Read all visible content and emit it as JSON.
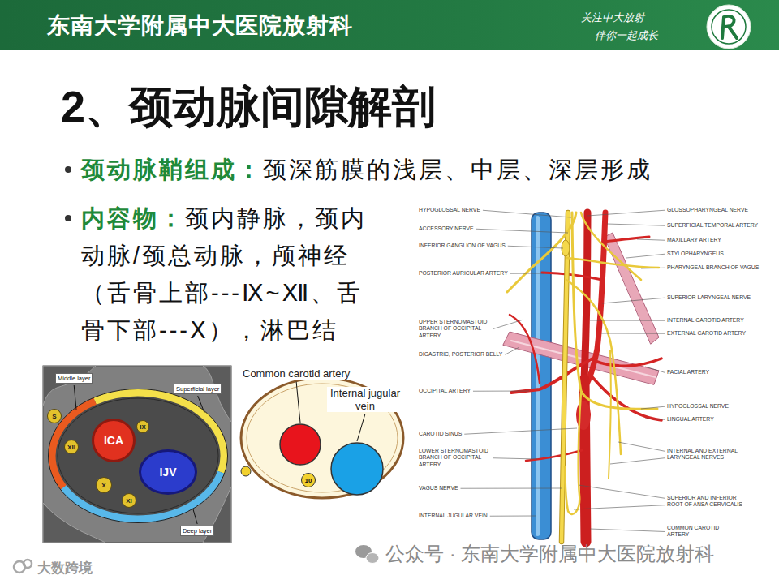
{
  "diagram": {
    "title": "2、颈动脉间隙解剖",
    "nodes": [
      {
        "text": [
          "东南大学附属中大医院放射科",
          "关注中大放射",
          "伴你一起成长"
        ]
      },
      {
        "text": [
          "ICA"
        ]
      },
      {
        "text": [
          "IJV"
        ]
      },
      {
        "text": [
          "S"
        ]
      },
      {
        "text": [
          "IX"
        ]
      },
      {
        "text": [
          "XII"
        ]
      },
      {
        "text": [
          "X"
        ]
      },
      {
        "text": [
          "XI"
        ]
      },
      {
        "text": [
          "10"
        ]
      }
    ],
    "labels": [
      "颈动脉鞘组成：",
      "颈深筋膜的浅层、中层、深层形成",
      "内容物：",
      "颈内静脉，颈内动脉/颈总动脉，颅神经（舌骨上部---Ⅸ~Ⅻ、舌骨下部---Ⅹ），淋巴结",
      "Middle layer",
      "Superficial layer",
      "Deep layer",
      "Common carotid artery",
      "Internal jugular vein",
      "HYPOGLOSSAL NERVE",
      "ACCESSORY NERVE",
      "INFERIOR GANGLION OF VAGUS",
      "POSTERIOR AURICULAR ARTERY",
      "UPPER STERNOMASTOID BRANCH OF OCCIPITAL ARTERY",
      "DIGASTRIC, POSTERIOR BELLY",
      "OCCIPITAL ARTERY",
      "CAROTID SINUS",
      "LOWER STERNOMASTOID BRANCH OF OCCIPITAL ARTERY",
      "VAGUS NERVE",
      "INTERNAL JUGULAR VEIN",
      "GLOSSOPHARYNGEAL NERVE",
      "SUPERFICIAL TEMPORAL ARTERY",
      "MAXILLARY ARTERY",
      "STYLOPHARYNGEUS",
      "PHARYNGEAL BRANCH OF VAGUS",
      "SUPERIOR LARYNGEAL NERVE",
      "INTERNAL CAROTID ARTERY",
      "EXTERNAL CAROTID ARTERY",
      "FACIAL ARTERY",
      "HYPOGLOSSAL NERVE",
      "LINGUAL ARTERY",
      "INTERNAL AND EXTERNAL LARYNGEAL NERVES",
      "SUPERIOR AND INFERIOR ROOT OF ANSA CERVICALIS",
      "COMMON CAROTID ARTERY",
      "公众号 · 东南大学附属中大医院放射科",
      "大数跨境"
    ]
  }
}
